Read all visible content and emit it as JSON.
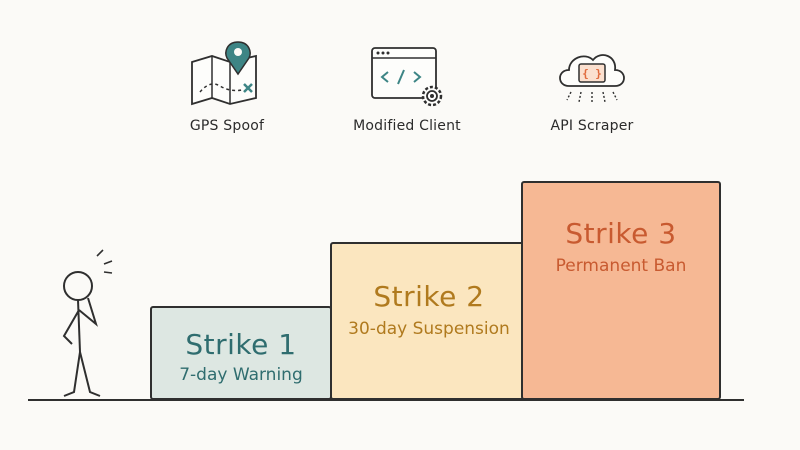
{
  "icons": [
    {
      "label": "GPS Spoof",
      "icon": "map-pin-icon"
    },
    {
      "label": "Modified Client",
      "icon": "code-window-gear-icon"
    },
    {
      "label": "API Scraper",
      "icon": "cloud-code-icon"
    }
  ],
  "steps": [
    {
      "title": "Strike 1",
      "subtitle": "7-day Warning",
      "color": "#dde7e2",
      "text_color": "#2f6d6f"
    },
    {
      "title": "Strike 2",
      "subtitle": "30-day Suspension",
      "color": "#fbe6bf",
      "text_color": "#b07a1e"
    },
    {
      "title": "Strike 3",
      "subtitle": "Permanent Ban",
      "color": "#f6b894",
      "text_color": "#c85a30"
    }
  ],
  "colors": {
    "accent_teal": "#3d8585",
    "accent_orange": "#e0683a",
    "ink": "#2f2f2f"
  }
}
